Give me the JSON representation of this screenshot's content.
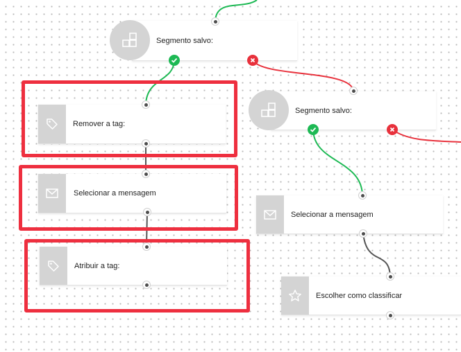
{
  "nodes": {
    "segment_1": {
      "label": "Segmento salvo:",
      "icon": "segment-blocks-icon"
    },
    "segment_2": {
      "label": "Segmento salvo:",
      "icon": "segment-blocks-icon"
    },
    "remove_tag": {
      "label": "Remover a tag:",
      "icon": "tag-icon"
    },
    "select_message_1": {
      "label": "Selecionar a mensagem",
      "icon": "envelope-icon"
    },
    "assign_tag": {
      "label": "Atribuir a tag:",
      "icon": "tag-icon"
    },
    "select_message_2": {
      "label": "Selecionar a mensagem",
      "icon": "envelope-icon"
    },
    "choose_rating": {
      "label": "Escolher como classificar",
      "icon": "star-icon"
    }
  },
  "colors": {
    "yes_branch": "#1db954",
    "no_branch": "#e8313c",
    "link": "#555555",
    "highlight": "#ee2f3f",
    "icon_background": "#d4d4d4",
    "icon_foreground": "#ffffff"
  }
}
